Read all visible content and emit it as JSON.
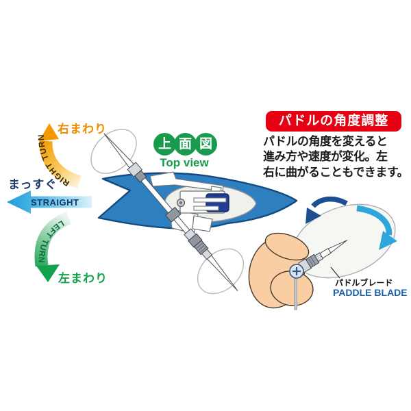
{
  "direction_labels": {
    "right_turn": {
      "jp": "右まわり",
      "en": "RIGHT TURN",
      "color": "#F08C00",
      "arrow_color": "#F39800"
    },
    "straight": {
      "jp": "まっすぐ",
      "en": "STRAIGHT",
      "color": "#17386B",
      "arrow_color": "#1E9CD8"
    },
    "left_turn": {
      "jp": "左まわり",
      "en": "LEFT TURN",
      "color": "#12A24B",
      "arrow_color": "#12A24B"
    }
  },
  "top_view_badge": {
    "chars": [
      "上",
      "面",
      "図"
    ],
    "subtitle": "Top view",
    "color": "#189B4C"
  },
  "panel": {
    "title": "パドルの角度調整",
    "title_bg": "#E60012",
    "title_color": "#FFFFFF",
    "body_lines": [
      "パドルの角度を変えると",
      "進み方や速度が変化。左",
      "右に曲がることもできます。"
    ]
  },
  "paddle_blade_callout": {
    "jp": "パドルブレード",
    "en": "PADDLE BLADE",
    "en_color": "#1E5FA8"
  },
  "illustration_colors": {
    "hull_blue": "#2E7FBF",
    "hull_outline": "#14497F",
    "motor_blue": "#1F3F97",
    "deck_gray": "#F0F0EC",
    "skin": "#F8CEA2",
    "rotation_arrow_dark": "#1C4E92",
    "rotation_arrow_light": "#2EA6DB"
  }
}
